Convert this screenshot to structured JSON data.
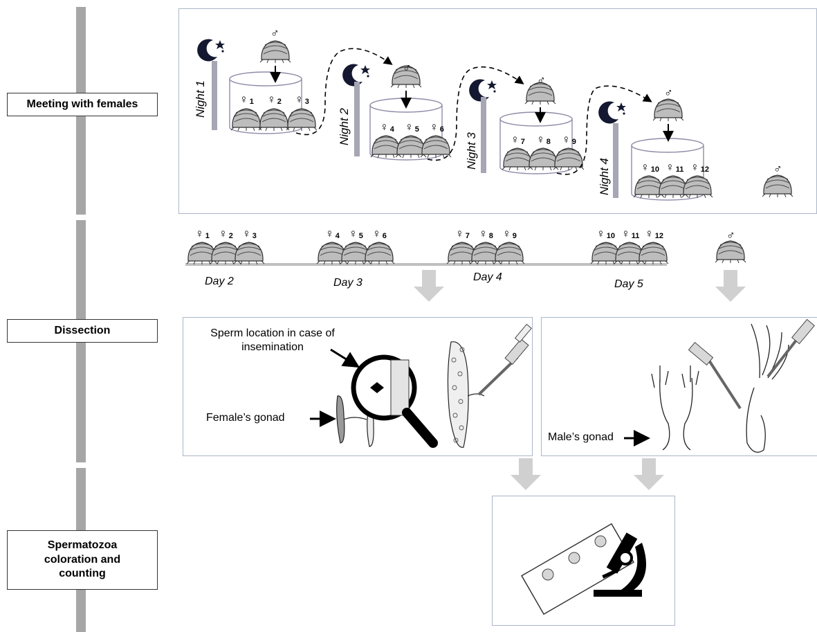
{
  "stages": {
    "meeting": "Meeting with females",
    "dissection": "Dissection",
    "spermatozoa": "Spermatozoa coloration and counting"
  },
  "nights": [
    "Night 1",
    "Night 2",
    "Night 3",
    "Night 4"
  ],
  "male_symbol": "♂",
  "female_symbol": "♀",
  "females": [
    "1",
    "2",
    "3",
    "4",
    "5",
    "6",
    "7",
    "8",
    "9",
    "10",
    "11",
    "12"
  ],
  "days": [
    "Day 2",
    "Day 3",
    "Day 4",
    "Day 5"
  ],
  "labels": {
    "sperm_location": "Sperm location in case of insemination",
    "female_gonad": "Female’s gonad",
    "male_gonad": "Male’s gonad"
  },
  "icons": [
    "moon-icon",
    "star-icon",
    "isopod-icon",
    "magnifier-icon",
    "pipette-icon",
    "microscope-icon",
    "slide-icon"
  ]
}
